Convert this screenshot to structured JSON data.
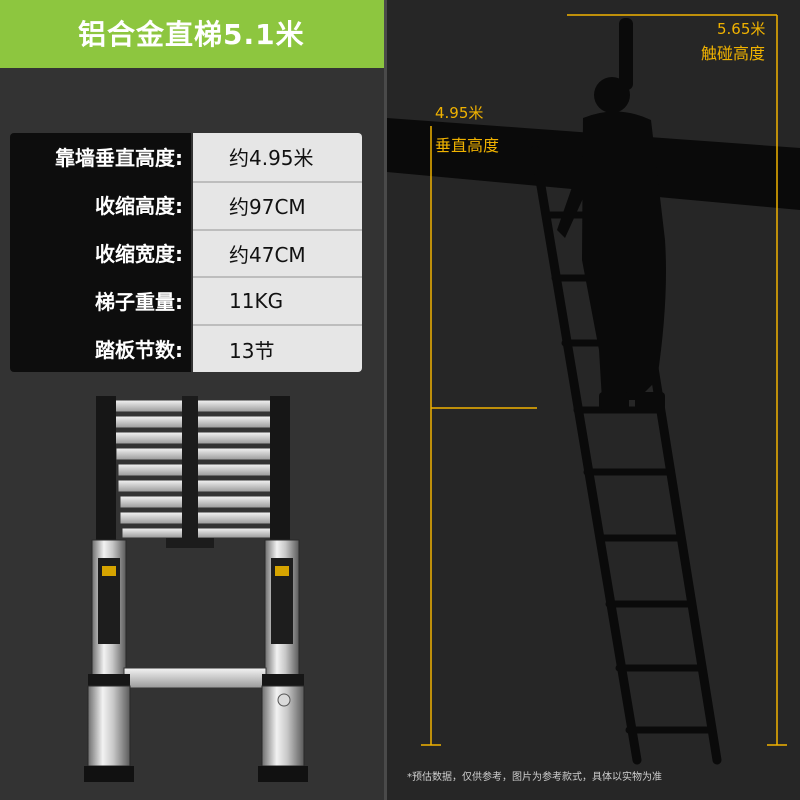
{
  "title": "铝合金直梯5.1米",
  "specs": [
    {
      "label": "靠墙垂直高度:",
      "value": "约4.95米"
    },
    {
      "label": "收缩高度:",
      "value": "约97CM"
    },
    {
      "label": "收缩宽度:",
      "value": "约47CM"
    },
    {
      "label": "梯子重量:",
      "value": "11KG"
    },
    {
      "label": "踏板节数:",
      "value": "13节"
    }
  ],
  "annotations": {
    "touch_height_value": "5.65米",
    "touch_height_label": "触碰高度",
    "vertical_height_value": "4.95米",
    "vertical_height_label": "垂直高度"
  },
  "disclaimer": "*预估数据，仅供参考，图片为参考款式，具体以实物为准",
  "colors": {
    "title_bar": "#8dc63f",
    "accent": "#f0b200",
    "label_bg": "#0d0d0d",
    "value_bg": "#e6e6e6"
  }
}
